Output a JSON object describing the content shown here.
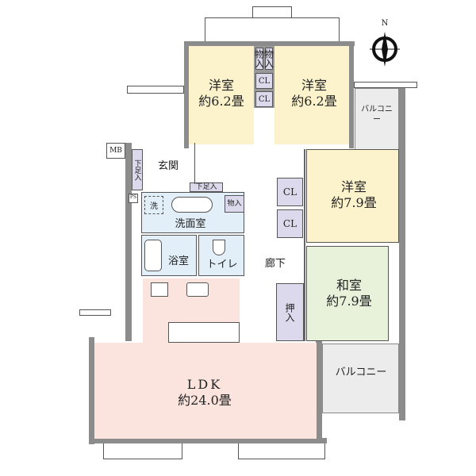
{
  "rooms": {
    "western1": {
      "name": "洋室",
      "area": "約6.2畳"
    },
    "western2": {
      "name": "洋室",
      "area": "約6.2畳"
    },
    "western3": {
      "name": "洋室",
      "area": "約7.9畳"
    },
    "japanese": {
      "name": "和室",
      "area": "約7.9畳"
    },
    "ldk": {
      "name": "LDK",
      "area": "約24.0畳"
    },
    "entrance": "玄関",
    "washroom": "洗面室",
    "bath": "浴室",
    "toilet": "トイレ",
    "corridor": "廊下",
    "balcony_small": "バルコニー",
    "balcony_large": "バルコニー"
  },
  "storage": {
    "cl": "CL",
    "monoire": "物入",
    "geta": "下足入",
    "oshiire": "押入",
    "mb": "MB",
    "ps": "PS",
    "washer": "洗"
  },
  "compass": "N",
  "colors": {
    "western": "#fcf3cc",
    "wet": "#e2eff8",
    "ldk": "#fbe4dd",
    "japanese": "#e8f1da",
    "storage": "#ddd9ec",
    "wall": "#8c8c8c"
  }
}
